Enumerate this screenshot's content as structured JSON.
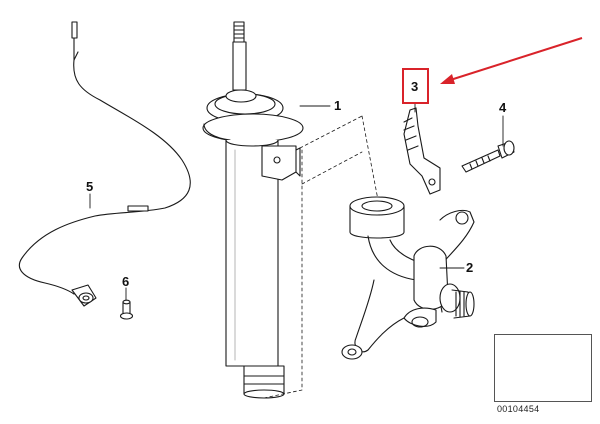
{
  "callouts": {
    "strut": "1",
    "knuckle": "2",
    "bracket": "3",
    "bolt": "4",
    "sensor_cable": "5",
    "screw": "6"
  },
  "reference_code": "00104454",
  "colors": {
    "line": "#1a1a1a",
    "highlight": "#d9232a",
    "shade": "#e6e6e6"
  }
}
